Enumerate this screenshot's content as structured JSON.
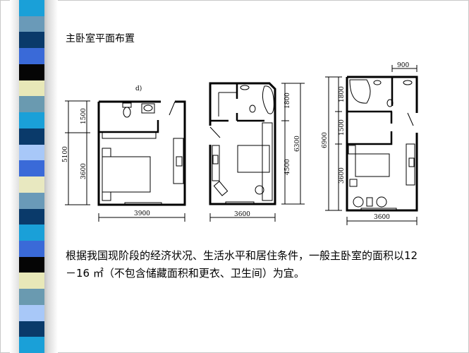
{
  "slide": {
    "title": "主卧室平面布置",
    "paragraph_line1": "根据我国现阶段的经济状况、生活水平和居住条件，一般主卧室的面积以12",
    "paragraph_line2": "－16 ㎡（不包含储藏面积和更衣、卫生间）为宜。"
  },
  "decor": {
    "stripe_colors": [
      "#1aa0d8",
      "#6a9ab8",
      "#0a3a6a",
      "#3a6ad8",
      "#050505",
      "#e8e8b8",
      "#6a9ab0",
      "#1aa0d8",
      "#0a3a6a",
      "#a8c8f8",
      "#3a6ad8",
      "#e8e8c0",
      "#6a9ab8",
      "#0a3a6a",
      "#1aa0d8",
      "#3a6ad8",
      "#050505",
      "#e8e8b8",
      "#6a9ab0",
      "#a8c8f8",
      "#0a3a6a",
      "#1aa0d8"
    ]
  },
  "plans": [
    {
      "label": "d)",
      "width": "3900",
      "total_height": "5100",
      "segments": [
        "1500",
        "3600"
      ]
    },
    {
      "width": "3600",
      "total_height": "6300",
      "segments": [
        "1800",
        "4500"
      ]
    },
    {
      "width": "3600",
      "total_height": "6900",
      "segments": [
        "1800",
        "1500",
        "3600"
      ],
      "top_width": "900"
    }
  ]
}
